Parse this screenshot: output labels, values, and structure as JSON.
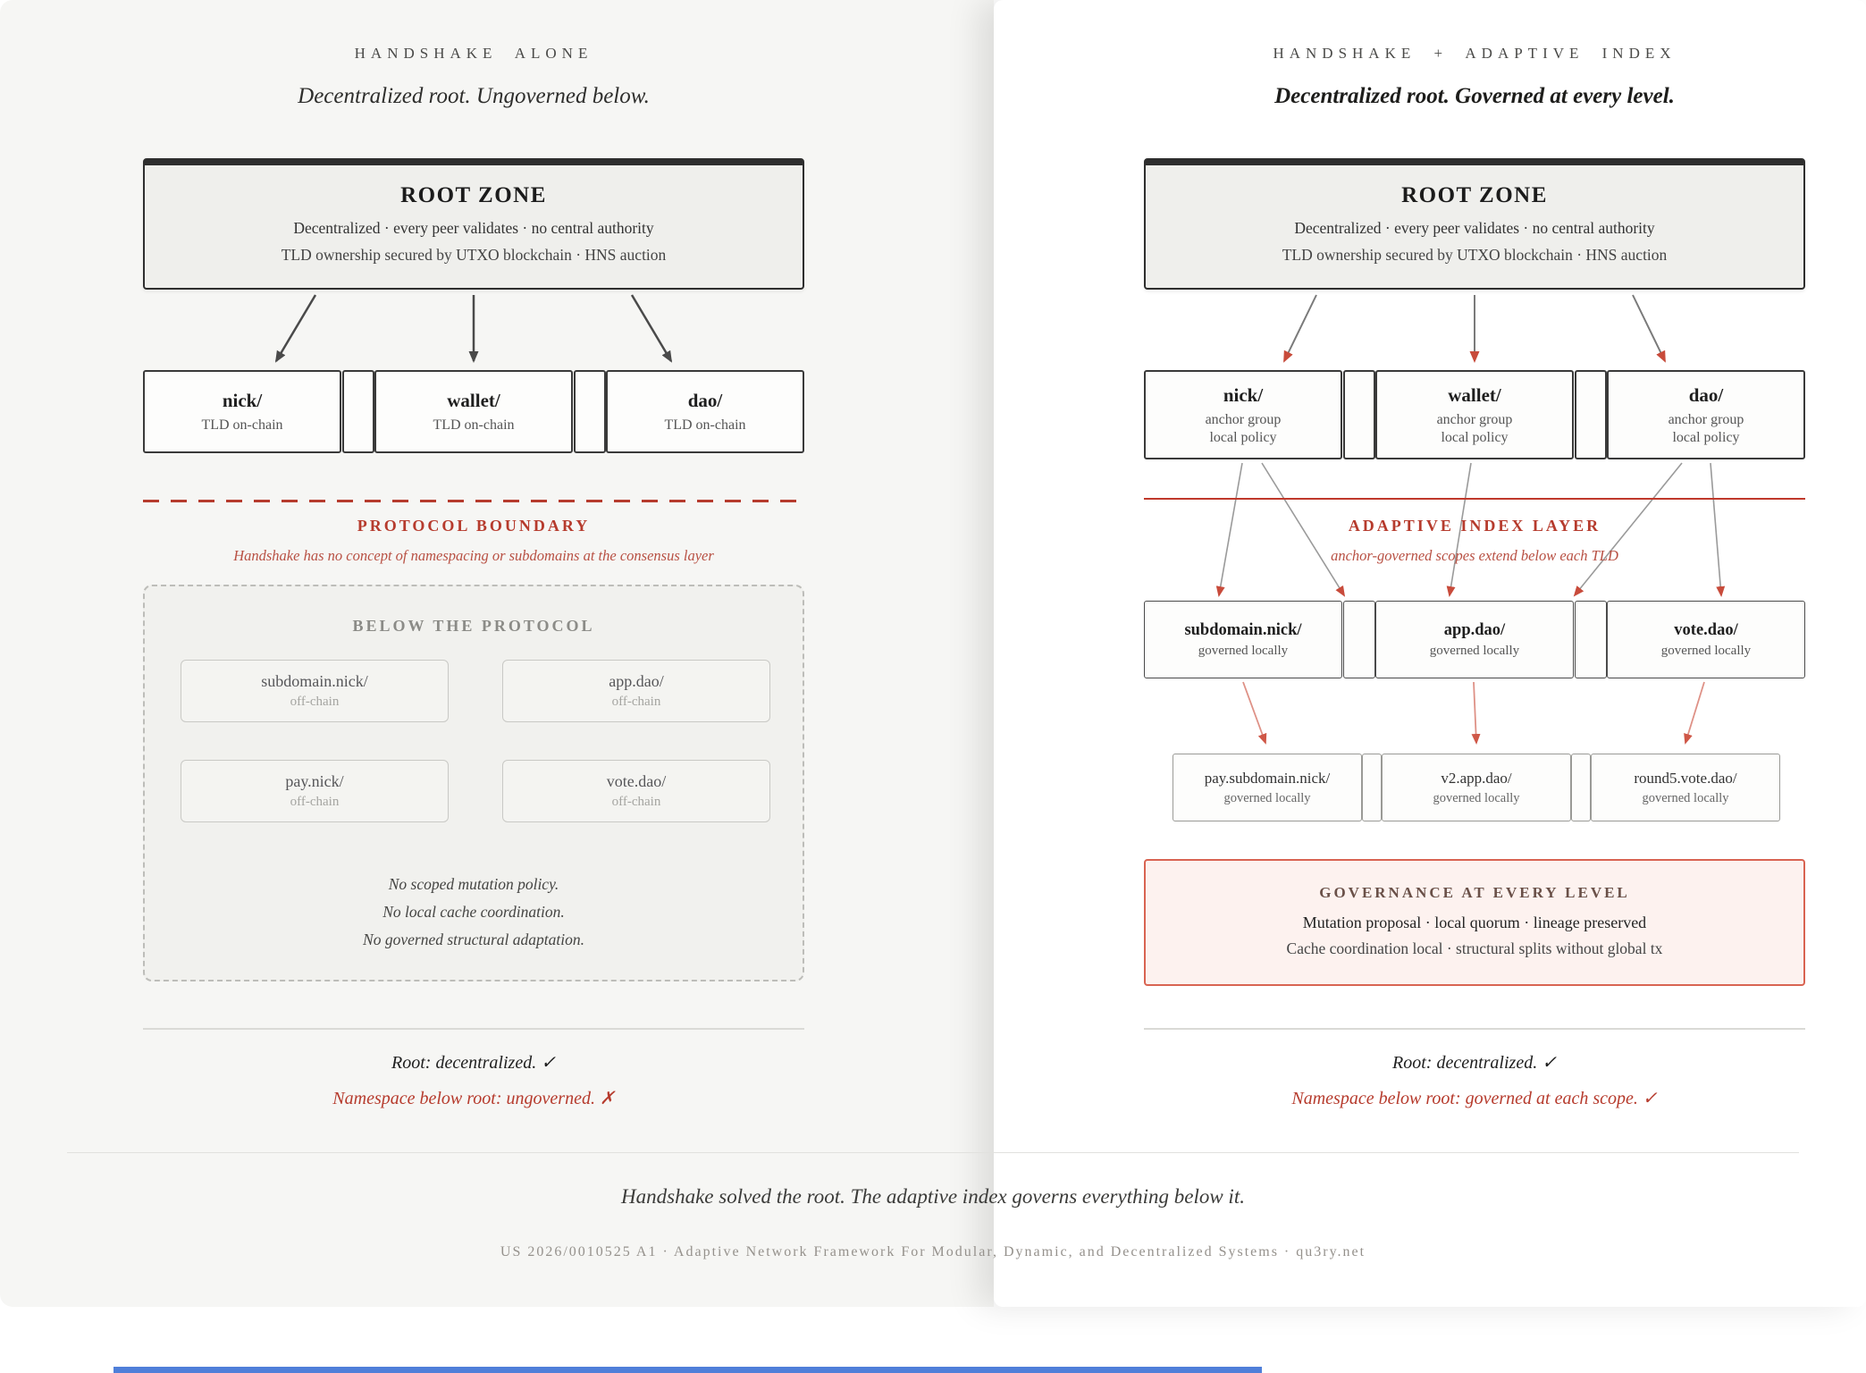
{
  "left_panel": {
    "title": "HANDSHAKE ALONE",
    "subtitle": "Decentralized root. Ungoverned below.",
    "root_zone": {
      "title": "ROOT ZONE",
      "line1": "Decentralized · every peer validates · no central authority",
      "line2": "TLD ownership secured by UTXO blockchain · HNS auction"
    },
    "tlds": [
      {
        "name": "nick/",
        "sub": "TLD on-chain"
      },
      {
        "name": "wallet/",
        "sub": "TLD on-chain"
      },
      {
        "name": "dao/",
        "sub": "TLD on-chain"
      }
    ],
    "boundary_label": "PROTOCOL BOUNDARY",
    "boundary_note": "Handshake has no concept of namespacing or subdomains at the consensus layer",
    "below_protocol": {
      "title": "BELOW THE PROTOCOL",
      "items": [
        {
          "name": "subdomain.nick/",
          "sub": "off-chain"
        },
        {
          "name": "app.dao/",
          "sub": "off-chain"
        },
        {
          "name": "pay.nick/",
          "sub": "off-chain"
        },
        {
          "name": "vote.dao/",
          "sub": "off-chain"
        }
      ],
      "note1": "No scoped mutation policy.",
      "note2": "No local cache coordination.",
      "note3": "No governed structural adaptation."
    },
    "verdict_root": "Root: decentralized. ✓",
    "verdict_namespace": "Namespace below root: ungoverned. ✗"
  },
  "right_panel": {
    "title": "HANDSHAKE + ADAPTIVE INDEX",
    "subtitle": "Decentralized root. Governed at every level.",
    "root_zone": {
      "title": "ROOT ZONE",
      "line1": "Decentralized · every peer validates · no central authority",
      "line2": "TLD ownership secured by UTXO blockchain · HNS auction"
    },
    "anchors": [
      {
        "name": "nick/",
        "sub1": "anchor group",
        "sub2": "local policy"
      },
      {
        "name": "wallet/",
        "sub1": "anchor group",
        "sub2": "local policy"
      },
      {
        "name": "dao/",
        "sub1": "anchor group",
        "sub2": "local policy"
      }
    ],
    "index_layer_label": "ADAPTIVE INDEX LAYER",
    "index_layer_note": "anchor-governed scopes extend below each TLD",
    "scopes": [
      {
        "name": "subdomain.nick/",
        "sub": "governed locally"
      },
      {
        "name": "app.dao/",
        "sub": "governed locally"
      },
      {
        "name": "vote.dao/",
        "sub": "governed locally"
      }
    ],
    "deep_scopes": [
      {
        "name": "pay.subdomain.nick/",
        "sub": "governed locally"
      },
      {
        "name": "v2.app.dao/",
        "sub": "governed locally"
      },
      {
        "name": "round5.vote.dao/",
        "sub": "governed locally"
      }
    ],
    "governance": {
      "title": "GOVERNANCE AT EVERY LEVEL",
      "line1": "Mutation proposal · local quorum · lineage preserved",
      "line2": "Cache coordination local · structural splits without global tx"
    },
    "verdict_root": "Root: decentralized. ✓",
    "verdict_namespace": "Namespace below root: governed at each scope. ✓"
  },
  "footer": {
    "tagline": "Handshake solved the root. The adaptive index governs everything below it.",
    "attribution": "US 2026/0010525 A1 · Adaptive Network Framework For Modular, Dynamic, and Decentralized Systems · qu3ry.net"
  },
  "colors": {
    "accent_red": "#b63b2d",
    "governance_border_red": "#d96452",
    "governance_bg": "#fdf2ef",
    "arrow_dark": "#4a4a4a",
    "arrowhead_red": "#c84b3b",
    "left_panel_bg": "#f6f6f4",
    "bottom_bar_blue": "#4f7fd9"
  }
}
